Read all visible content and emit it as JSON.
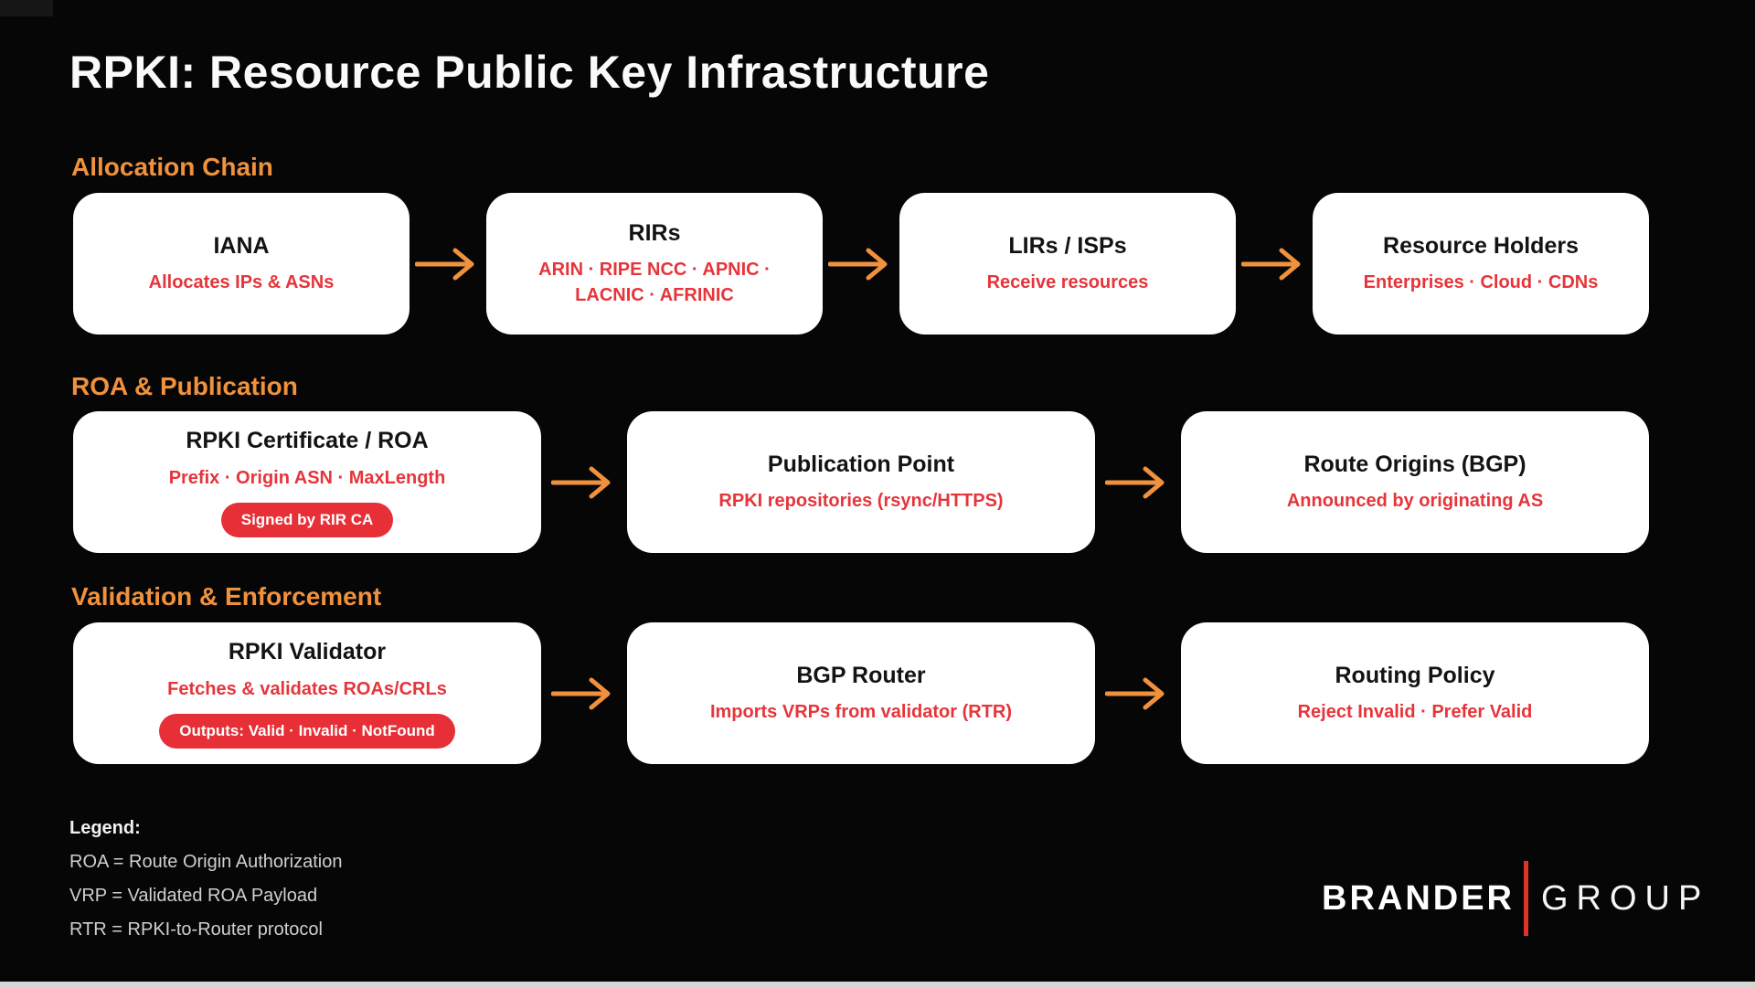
{
  "page": {
    "title": "RPKI: Resource Public Key Infrastructure",
    "colors": {
      "background": "#060606",
      "accent_orange": "#f0913e",
      "accent_red": "#e5353b",
      "badge_red": "#e62f36",
      "box_white": "#ffffff",
      "logo_bar_red": "#e0332b"
    }
  },
  "sections": [
    {
      "label": "Allocation Chain",
      "boxes": [
        {
          "title": "IANA",
          "subtitle": "Allocates IPs & ASNs"
        },
        {
          "title": "RIRs",
          "subtitle": "ARIN · RIPE NCC · APNIC · LACNIC · AFRINIC"
        },
        {
          "title": "LIRs / ISPs",
          "subtitle": "Receive resources"
        },
        {
          "title": "Resource Holders",
          "subtitle": "Enterprises · Cloud · CDNs"
        }
      ]
    },
    {
      "label": "ROA & Publication",
      "boxes": [
        {
          "title": "RPKI Certificate / ROA",
          "subtitle": "Prefix · Origin ASN · MaxLength",
          "badge": "Signed by RIR CA"
        },
        {
          "title": "Publication Point",
          "subtitle": "RPKI repositories (rsync/HTTPS)"
        },
        {
          "title": "Route Origins (BGP)",
          "subtitle": "Announced by originating AS"
        }
      ]
    },
    {
      "label": "Validation & Enforcement",
      "boxes": [
        {
          "title": "RPKI Validator",
          "subtitle": "Fetches & validates ROAs/CRLs",
          "badge": "Outputs: Valid · Invalid · NotFound"
        },
        {
          "title": "BGP Router",
          "subtitle": "Imports VRPs from validator (RTR)"
        },
        {
          "title": "Routing Policy",
          "subtitle": "Reject Invalid · Prefer Valid"
        }
      ]
    }
  ],
  "legend": {
    "heading": "Legend:",
    "items": [
      "ROA = Route Origin Authorization",
      "VRP = Validated ROA Payload",
      "RTR = RPKI-to-Router protocol"
    ]
  },
  "logo": {
    "primary": "BRANDER",
    "secondary": "GROUP"
  }
}
